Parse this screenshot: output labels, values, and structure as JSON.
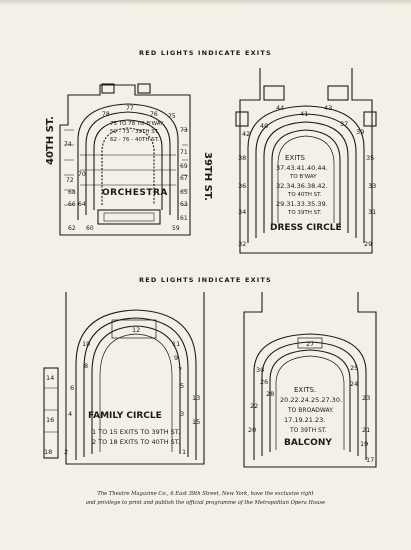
{
  "headings": {
    "top": "RED LIGHTS INDICATE EXITS",
    "middle": "RED LIGHTS INDICATE EXITS"
  },
  "orchestra": {
    "name": "ORCHESTRA",
    "street_left": "40TH ST.",
    "street_right": "39TH ST.",
    "exit_line1": "75 TO 78 TO B'WAY",
    "exit_line2": "59 - 73 - 39TH ST.",
    "exit_line3": "62 - 76 - 40TH ST.",
    "seat_numbers": [
      "77",
      "78",
      "76",
      "75",
      "74",
      "73",
      "72",
      "70",
      "71",
      "69",
      "68",
      "67",
      "66",
      "65",
      "64",
      "63",
      "62",
      "61",
      "60",
      "59"
    ]
  },
  "dress_circle": {
    "name": "DRESS CIRCLE",
    "exits_title": "EXITS",
    "exit_line1": "37.43.41.40.44.",
    "exit_line2": "TO B'WAY",
    "exit_line3": "32.34.36.38.42.",
    "exit_line4": "TO 40TH ST.",
    "exit_line5": "29.31.33.35.39.",
    "exit_line6": "TO 39TH ST.",
    "seat_numbers": [
      "44",
      "43",
      "41",
      "42",
      "40",
      "37",
      "39",
      "38",
      "35",
      "36",
      "33",
      "34",
      "31",
      "32",
      "29"
    ]
  },
  "family_circle": {
    "name": "FAMILY CIRCLE",
    "exit_line1": "1 TO 15 EXITS TO 39TH ST.",
    "exit_line2": "2 TO 18 EXITS TO 40TH ST.",
    "seat_numbers": [
      "12",
      "10",
      "11",
      "8",
      "9",
      "7",
      "6",
      "5",
      "13",
      "14",
      "4",
      "3",
      "15",
      "16",
      "2",
      "1",
      "18"
    ]
  },
  "balcony": {
    "name": "BALCONY",
    "exits_title": "EXITS.",
    "exit_line1": "20.22.24.25.27.30.",
    "exit_line2": "TO BROADWAY.",
    "exit_line3": "17.19.21.23.",
    "exit_line4": "TO 39TH ST.",
    "seat_numbers": [
      "27",
      "30",
      "25",
      "26",
      "28",
      "24",
      "22",
      "23",
      "20",
      "21",
      "19",
      "17"
    ]
  },
  "caption": {
    "line1": "The Theatre Magazine Co., 6 East 39th Street, New York, have the exclusive right",
    "line2": "and privilege to print and publish the official programme of the Metropolitan Opera House"
  }
}
